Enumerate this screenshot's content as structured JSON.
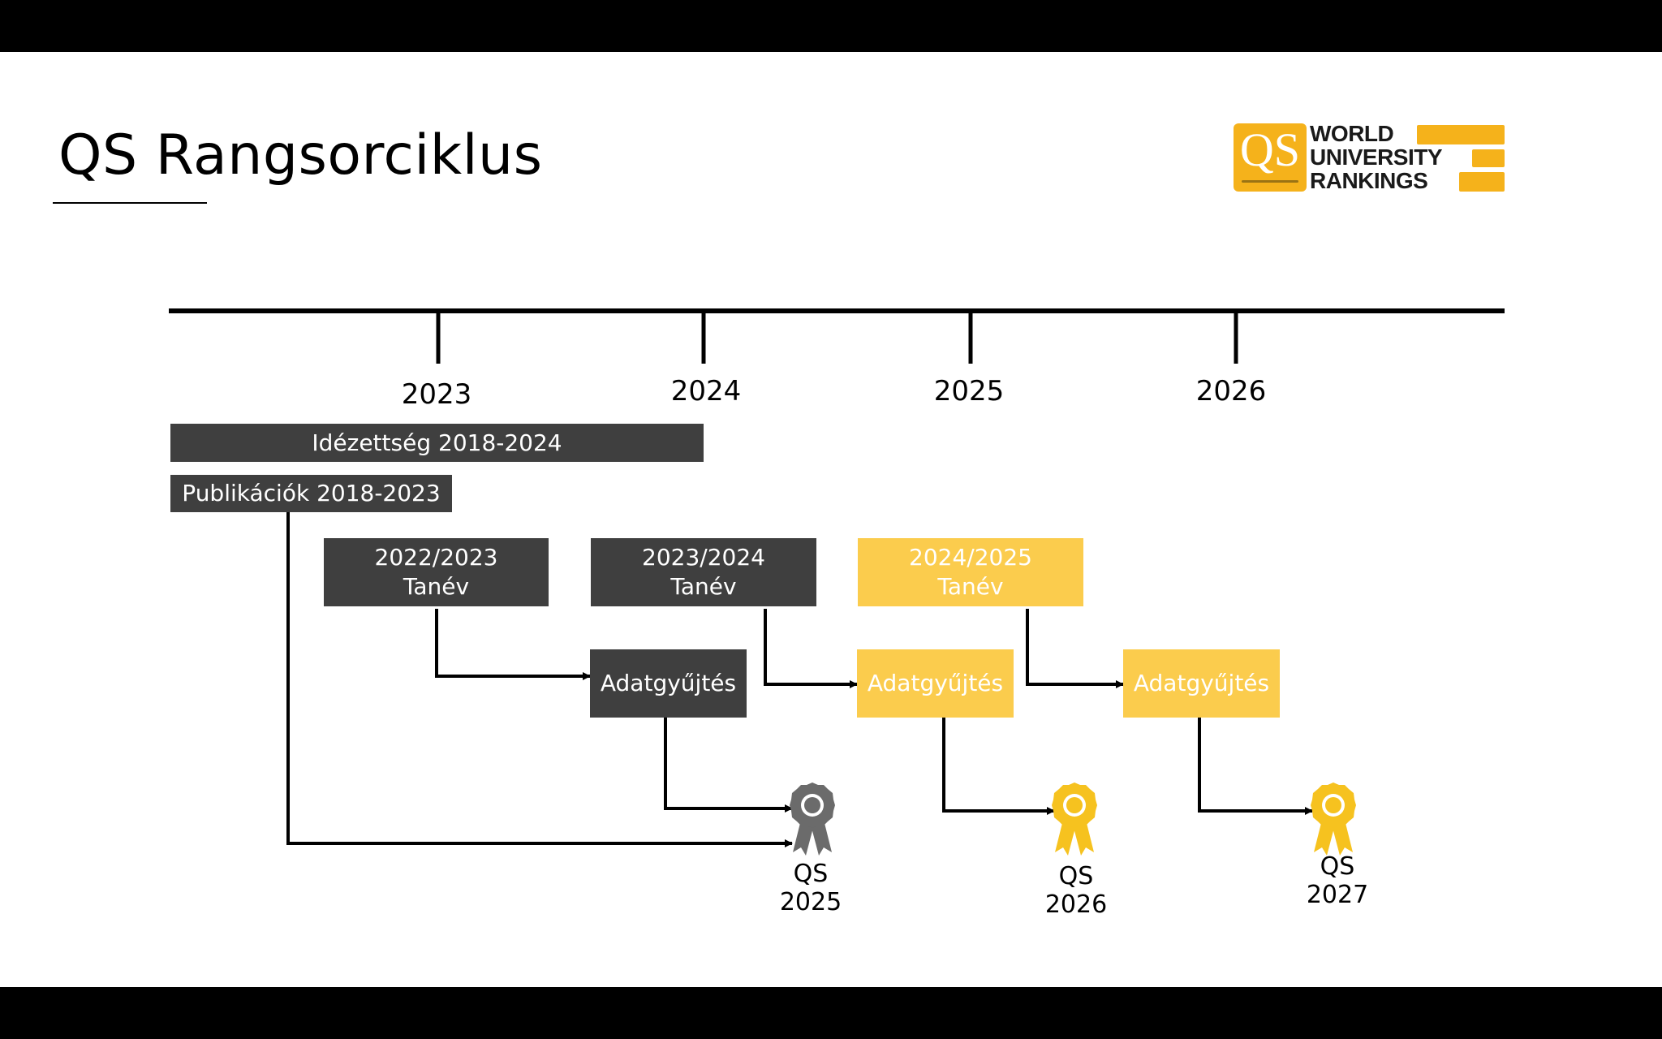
{
  "slide": {
    "title": "QS Rangsorciklus"
  },
  "logo": {
    "mark": "QS",
    "line1": "WORLD",
    "line2": "UNIVERSITY",
    "line3": "RANKINGS",
    "color": "#f5b21b"
  },
  "timeline": {
    "years": [
      "2023",
      "2024",
      "2025",
      "2026"
    ]
  },
  "bars": {
    "citations": "Idézettség 2018-2024",
    "publications": "Publikációk 2018-2023"
  },
  "academic_years": [
    {
      "years": "2022/2023",
      "label": "Tanév"
    },
    {
      "years": "2023/2024",
      "label": "Tanév"
    },
    {
      "years": "2024/2025",
      "label": "Tanév"
    }
  ],
  "data_collection": [
    {
      "label": "Adatgyűjtés"
    },
    {
      "label": "Adatgyűjtés"
    },
    {
      "label": "Adatgyűjtés"
    }
  ],
  "rankings": [
    {
      "line1": "QS",
      "line2": "2025",
      "icon": "award-ribbon-icon",
      "color": "#6b6b6b"
    },
    {
      "line1": "QS",
      "line2": "2026",
      "icon": "award-ribbon-icon",
      "color": "#f6c21f"
    },
    {
      "line1": "QS",
      "line2": "2027",
      "icon": "award-ribbon-icon",
      "color": "#f6c21f"
    }
  ],
  "colors": {
    "dark": "#3f3f3f",
    "gold": "#fbcc4d"
  }
}
